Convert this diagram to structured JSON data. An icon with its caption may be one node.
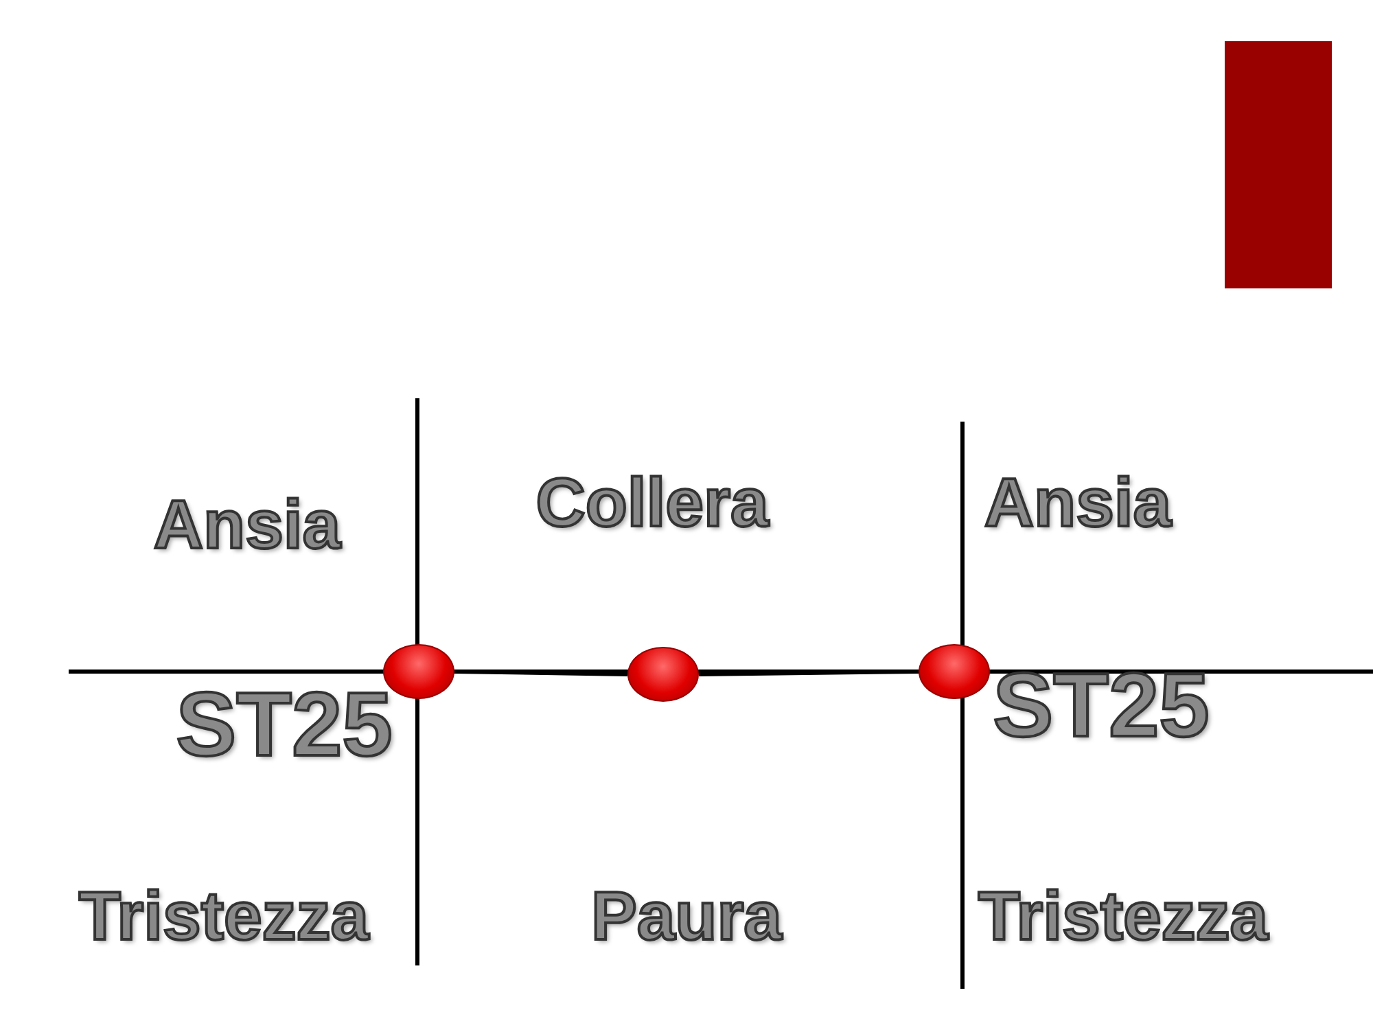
{
  "diagram": {
    "nodes": [
      {
        "text": [],
        "shape": "circle"
      },
      {
        "text": [],
        "shape": "circle"
      },
      {
        "text": [],
        "shape": "circle"
      }
    ],
    "edges": [
      {
        "from": 0,
        "to": 1,
        "arrow": "none"
      },
      {
        "from": 1,
        "to": 2,
        "arrow": "none"
      }
    ],
    "labels": [
      "Ansia",
      "Collera",
      "Ansia",
      "ST25",
      "ST25",
      "Tristezza",
      "Paura",
      "Tristezza"
    ]
  }
}
